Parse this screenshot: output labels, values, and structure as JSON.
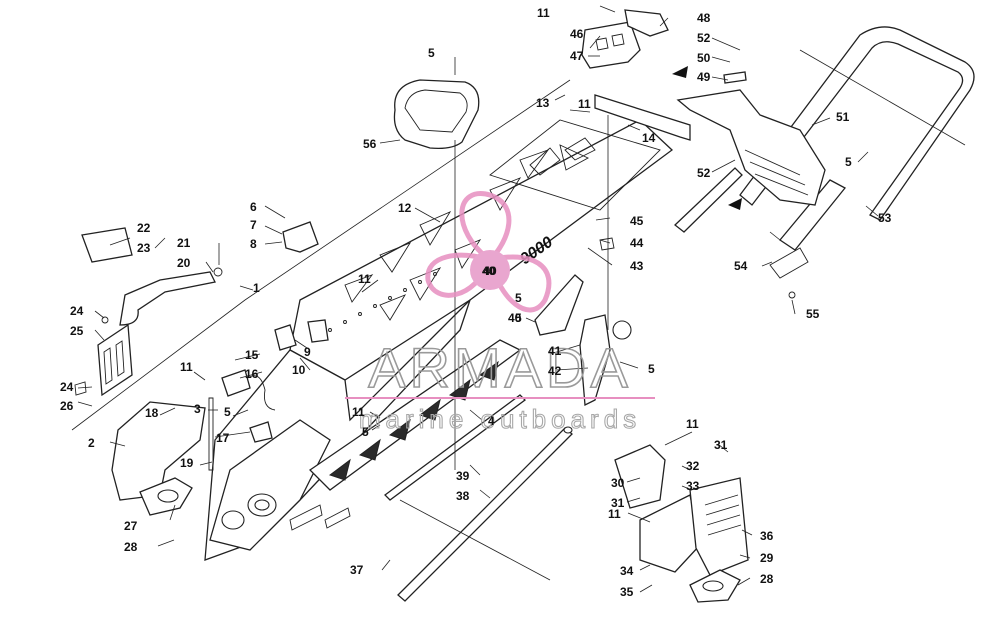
{
  "watermark": {
    "brand": "ARMADA",
    "tagline": "marine outboards",
    "badge_number": "40",
    "colors": {
      "logo_pink": "#e78fc0",
      "logo_dot": "#e9a6cf",
      "text_gray": "#9a9a9a"
    }
  },
  "callouts": [
    {
      "id": "c1",
      "text": "1"
    },
    {
      "id": "c2",
      "text": "2"
    },
    {
      "id": "c3",
      "text": "3"
    },
    {
      "id": "c4",
      "text": "4"
    },
    {
      "id": "c5a",
      "text": "5"
    },
    {
      "id": "c5b",
      "text": "5"
    },
    {
      "id": "c5c",
      "text": "5"
    },
    {
      "id": "c5d",
      "text": "5"
    },
    {
      "id": "c5e",
      "text": "5"
    },
    {
      "id": "c5f",
      "text": "5"
    },
    {
      "id": "c5g",
      "text": "5"
    },
    {
      "id": "c6",
      "text": "6"
    },
    {
      "id": "c7",
      "text": "7"
    },
    {
      "id": "c8",
      "text": "8"
    },
    {
      "id": "c9",
      "text": "9"
    },
    {
      "id": "c10",
      "text": "10"
    },
    {
      "id": "c11a",
      "text": "11"
    },
    {
      "id": "c11b",
      "text": "11"
    },
    {
      "id": "c11c",
      "text": "11"
    },
    {
      "id": "c11d",
      "text": "11"
    },
    {
      "id": "c11e",
      "text": "11"
    },
    {
      "id": "c11f",
      "text": "11"
    },
    {
      "id": "c11g",
      "text": "11"
    },
    {
      "id": "c12",
      "text": "12"
    },
    {
      "id": "c13",
      "text": "13"
    },
    {
      "id": "c14",
      "text": "14"
    },
    {
      "id": "c15",
      "text": "15"
    },
    {
      "id": "c16",
      "text": "16"
    },
    {
      "id": "c17",
      "text": "17"
    },
    {
      "id": "c18",
      "text": "18"
    },
    {
      "id": "c19",
      "text": "19"
    },
    {
      "id": "c20",
      "text": "20"
    },
    {
      "id": "c21",
      "text": "21"
    },
    {
      "id": "c22",
      "text": "22"
    },
    {
      "id": "c23",
      "text": "23"
    },
    {
      "id": "c24a",
      "text": "24"
    },
    {
      "id": "c24b",
      "text": "24"
    },
    {
      "id": "c25",
      "text": "25"
    },
    {
      "id": "c26",
      "text": "26"
    },
    {
      "id": "c27",
      "text": "27"
    },
    {
      "id": "c28a",
      "text": "28"
    },
    {
      "id": "c28b",
      "text": "28"
    },
    {
      "id": "c29",
      "text": "29"
    },
    {
      "id": "c30",
      "text": "30"
    },
    {
      "id": "c31a",
      "text": "31"
    },
    {
      "id": "c31b",
      "text": "31"
    },
    {
      "id": "c32",
      "text": "32"
    },
    {
      "id": "c33",
      "text": "33"
    },
    {
      "id": "c34",
      "text": "34"
    },
    {
      "id": "c35",
      "text": "35"
    },
    {
      "id": "c36",
      "text": "36"
    },
    {
      "id": "c37",
      "text": "37"
    },
    {
      "id": "c38",
      "text": "38"
    },
    {
      "id": "c39",
      "text": "39"
    },
    {
      "id": "c40a",
      "text": "40"
    },
    {
      "id": "c40b",
      "text": "40"
    },
    {
      "id": "c41",
      "text": "41"
    },
    {
      "id": "c42",
      "text": "42"
    },
    {
      "id": "c43",
      "text": "43"
    },
    {
      "id": "c44",
      "text": "44"
    },
    {
      "id": "c45",
      "text": "45"
    },
    {
      "id": "c46",
      "text": "46"
    },
    {
      "id": "c47",
      "text": "47"
    },
    {
      "id": "c48",
      "text": "48"
    },
    {
      "id": "c49",
      "text": "49"
    },
    {
      "id": "c50",
      "text": "50"
    },
    {
      "id": "c51",
      "text": "51"
    },
    {
      "id": "c52a",
      "text": "52"
    },
    {
      "id": "c52b",
      "text": "52"
    },
    {
      "id": "c53",
      "text": "53"
    },
    {
      "id": "c54",
      "text": "54"
    },
    {
      "id": "c55",
      "text": "55"
    },
    {
      "id": "c56",
      "text": "56"
    }
  ]
}
